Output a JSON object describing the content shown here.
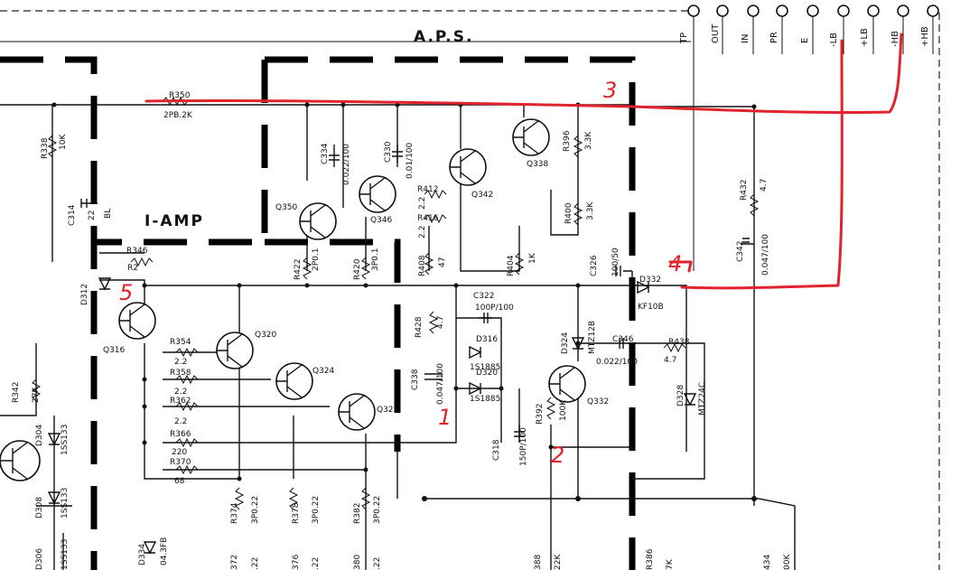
{
  "title": "A.P.S.",
  "block_label": "I-AMP",
  "terminals": [
    "TP",
    "OUT",
    "IN",
    "PR",
    "E",
    "-LB",
    "+LB",
    "-HB",
    "+HB"
  ],
  "components": {
    "R350": [
      "R350",
      "2PB.2K"
    ],
    "R338": [
      "R338",
      "10K"
    ],
    "C314": [
      "C314",
      "22",
      "BL"
    ],
    "C334": [
      "C334",
      "0.022/100"
    ],
    "C330": [
      "C330",
      "0.01/100"
    ],
    "R396": [
      "R396",
      "3.3K"
    ],
    "Q338": [
      "Q338"
    ],
    "R412": [
      "R412",
      "2.2"
    ],
    "R416": [
      "R416",
      "2.2"
    ],
    "Q342": [
      "Q342"
    ],
    "Q346": [
      "Q346"
    ],
    "Q350": [
      "Q350"
    ],
    "R400": [
      "R400",
      "3.3K"
    ],
    "R432": [
      "R432",
      "4.7"
    ],
    "C342": [
      "C342",
      "0.047/100"
    ],
    "R346": [
      "R346",
      "R2"
    ],
    "R422": [
      "R422",
      "2P0.1"
    ],
    "R420": [
      "R420",
      "3P0.1"
    ],
    "R408": [
      "R408",
      "47"
    ],
    "R404": [
      "R404",
      "1K"
    ],
    "C326": [
      "C326",
      "100/50"
    ],
    "D332": [
      "D332",
      "KF10B"
    ],
    "D312": [
      "D312"
    ],
    "C322": [
      "C322",
      "100P/100"
    ],
    "R428": [
      "R428",
      "4.7"
    ],
    "Q316": [
      "Q316"
    ],
    "D316": [
      "D316",
      "1S1885"
    ],
    "D324": [
      "D324",
      "MTZ12B"
    ],
    "C346": [
      "C346",
      "0.022/100"
    ],
    "R438": [
      "R438",
      "4.7"
    ],
    "R354": [
      "R354",
      "2.2"
    ],
    "Q320": [
      "Q320"
    ],
    "R358": [
      "R358",
      "2.2"
    ],
    "Q324": [
      "Q324"
    ],
    "C338": [
      "C338",
      "0.047/100"
    ],
    "D320": [
      "D320",
      "1S1885"
    ],
    "R362": [
      "R362",
      "2.2"
    ],
    "Q32": [
      "Q32"
    ],
    "R392": [
      "R392",
      "100K"
    ],
    "Q332": [
      "Q332"
    ],
    "D328": [
      "D328",
      "MTZ24C"
    ],
    "R342": [
      "R342",
      "27K"
    ],
    "D304": [
      "D304",
      "1SS133"
    ],
    "R366": [
      "R366",
      "220"
    ],
    "C318": [
      "C318",
      "150P/100"
    ],
    "R370": [
      "R370",
      "68"
    ],
    "D308": [
      "D308",
      "1SS133"
    ],
    "R374": [
      "R374",
      "3P0.22"
    ],
    "R378": [
      "R378",
      "3P0.22"
    ],
    "R382": [
      "R382",
      "3P0.22"
    ],
    "D334": [
      "D334",
      "04.3FB"
    ],
    "D306": [
      "D306",
      "1SS133"
    ],
    "R372": [
      "372",
      ".22"
    ],
    "R376": [
      "376",
      ".22"
    ],
    "R380": [
      "380",
      ".22"
    ],
    "R388": [
      "388",
      "22K"
    ],
    "R386": [
      "R386",
      "7K"
    ],
    "R434": [
      "434",
      "00K"
    ]
  },
  "annotations": [
    "3",
    "4",
    "5",
    "1",
    "2"
  ],
  "annotation_color": "#e0232c"
}
